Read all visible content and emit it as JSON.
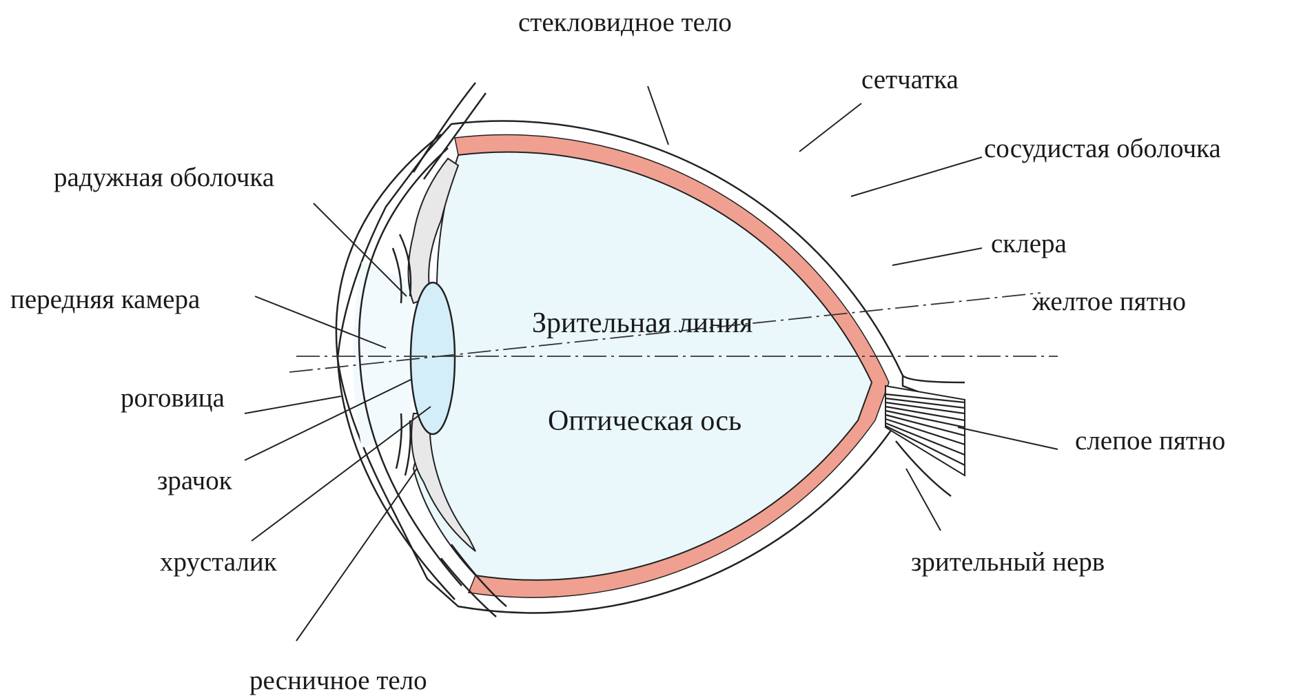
{
  "labels": {
    "vitreous": "стекловидное тело",
    "retina": "сетчатка",
    "choroid": "сосудистая оболочка",
    "iris": "радужная оболочка",
    "sclera": "склера",
    "anterior_chamber": "передняя камера",
    "macula": "желтое пятно",
    "visual_line": "Зрительная линия",
    "cornea": "роговица",
    "optical_axis": "Оптическая ось",
    "blind_spot": "слепое пятно",
    "pupil": "зрачок",
    "lens": "хрусталик",
    "optic_nerve": "зрительный нерв",
    "ciliary_body": "ресничное тело"
  },
  "colors": {
    "vitreous_fill": "#eaf7fb",
    "lens_fill": "#d3eef8",
    "retina": "#f0a090",
    "sclera_fill": "#ffffff",
    "line": "#222222"
  }
}
